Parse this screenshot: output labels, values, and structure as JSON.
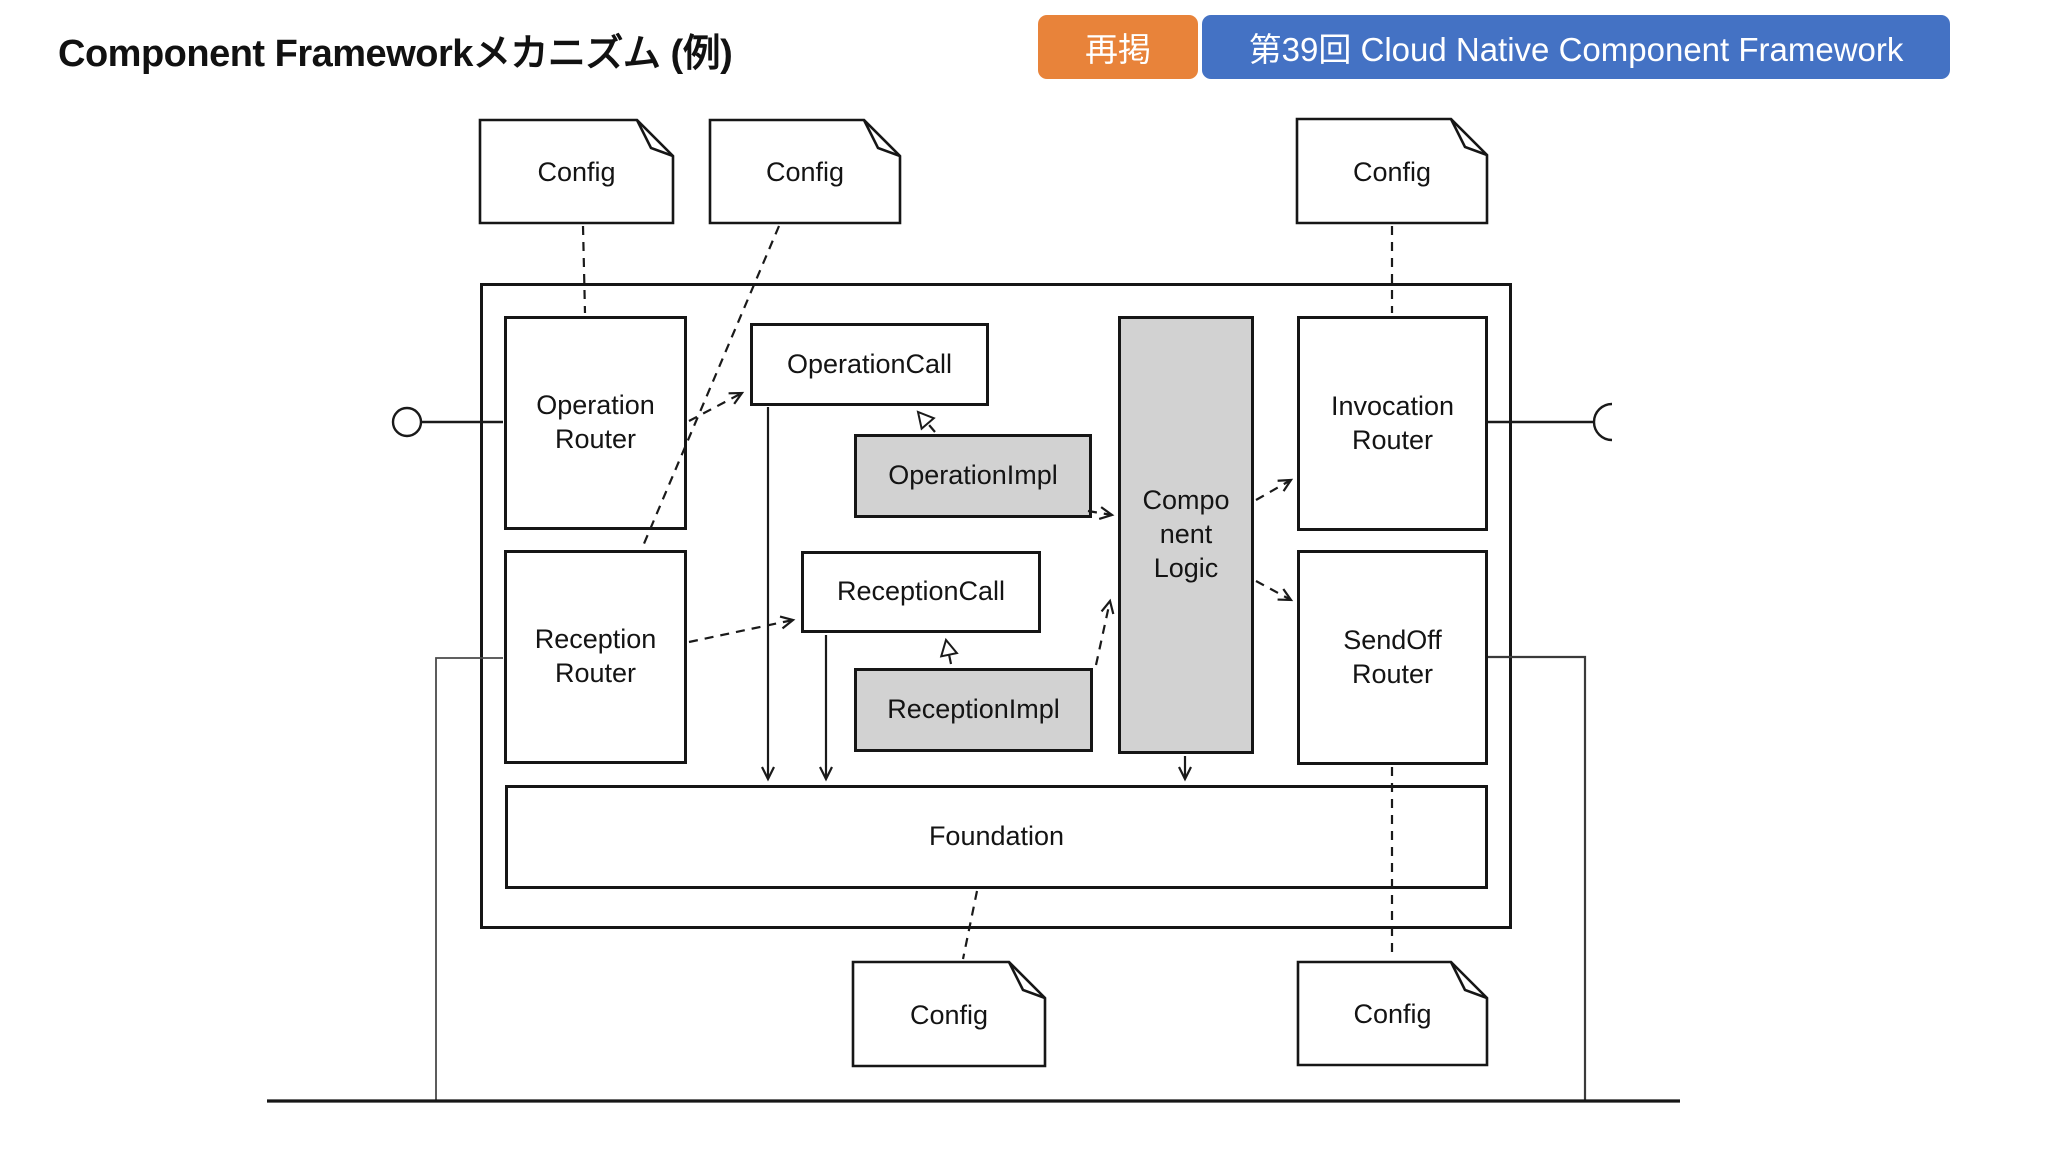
{
  "page": {
    "background": "#ffffff"
  },
  "header": {
    "title": "Component Frameworkメカニズム (例)",
    "reprint_badge": {
      "label": "再掲",
      "color": "#E8833A"
    },
    "series_badge": {
      "label": "第39回 Cloud Native Component Framework",
      "color": "#4472C4"
    }
  },
  "diagram": {
    "colors": {
      "stroke": "#1a1a1a",
      "impl_fill": "#d2d2d2",
      "component_fill": "#ffffff"
    },
    "boxes": {
      "operation_router": [
        "Operation",
        "Router"
      ],
      "reception_router": [
        "Reception",
        "Router"
      ],
      "operation_call": "OperationCall",
      "operation_impl": "OperationImpl",
      "reception_call": "ReceptionCall",
      "reception_impl": "ReceptionImpl",
      "component_logic": [
        "Compo",
        "nent",
        "Logic"
      ],
      "invocation_router": [
        "Invocation",
        "Router"
      ],
      "sendoff_router": [
        "SendOff",
        "Router"
      ],
      "foundation": "Foundation"
    },
    "notes": {
      "config_top_left": "Config",
      "config_top_mid": "Config",
      "config_top_right": "Config",
      "config_bottom_left": "Config",
      "config_bottom_right": "Config"
    }
  }
}
